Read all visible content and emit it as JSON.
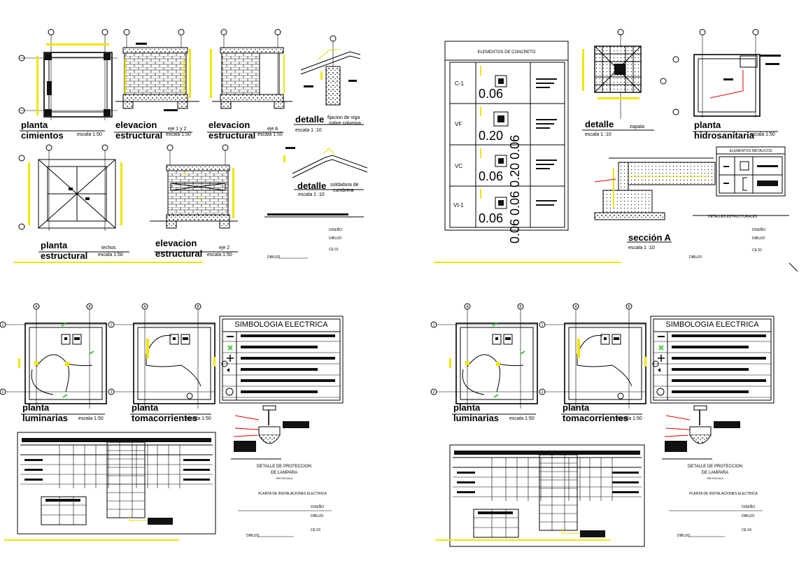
{
  "sheets": {
    "s1": {
      "planta_cimientos": {
        "title1": "planta",
        "title2": "cimientos",
        "scale": "escala 1:50"
      },
      "elev_eje1y2": {
        "title1": "elevacion",
        "title2": "estructural",
        "axis": "eje 1 y 2",
        "scale": "escala 1:50"
      },
      "elev_ejeA": {
        "title1": "elevacion",
        "title2": "estructural",
        "axis": "eje A",
        "scale": "escala 1:50"
      },
      "detalle_viga": {
        "title": "detalle",
        "note1": "fijacion de viga",
        "note2": "sobre columna",
        "scale": "escala 1 :10"
      },
      "detalle_cumbrera": {
        "title": "detalle",
        "note1": "soldadura de",
        "note2": "cumbrera",
        "scale": "escala 1 :10"
      },
      "planta_techos": {
        "title1": "planta",
        "title2": "estructural",
        "sub": "techos",
        "scale": "escala 1:50"
      },
      "elev_eje2": {
        "title1": "elevacion",
        "title2": "estructural",
        "axis": "eje 2",
        "scale": "escala 1:50"
      },
      "tb": {
        "a": "DISEÑO",
        "b": "DIBUJO",
        "c": "CE 01",
        "dibujo": "DIBUJO"
      }
    },
    "s2": {
      "table_title": "ELEMENTOS DE CONCRETO",
      "rows": [
        {
          "code": "C-1",
          "dim": "0.06"
        },
        {
          "code": "VF",
          "dim": "0.20"
        },
        {
          "code": "VC",
          "dim": "0.06"
        },
        {
          "code": "VI-1",
          "dim": "0.06"
        }
      ],
      "vertical_dims": "0.06 0.06 0.20 0.06",
      "detalle_zapata": {
        "title": "detalle",
        "sub": "zapata",
        "scale": "escala 1 :10"
      },
      "planta_hidro": {
        "title1": "planta",
        "title2": "hidrosanitaria",
        "scale": "escala 1:50"
      },
      "metal_title": "ELEMENTOS METALICOS",
      "seccion": {
        "title": "sección A",
        "scale": "escala 1 :10"
      },
      "tb": {
        "a": "DISEÑO",
        "b": "DIBUJO",
        "c": "CE 02",
        "dibujo": "DIBUJO",
        "detalles": "DETALLES ESTRUCTURALES"
      }
    },
    "s3": {
      "planta_lum": {
        "title1": "planta",
        "title2": "luminarias",
        "scale": "escala 1:50"
      },
      "planta_toma": {
        "title1": "planta",
        "title2": "tomacorrientes",
        "scale": "escala 1:50"
      },
      "simbologia": "SIMBOLOGIA   ELECTRICA",
      "detalle_prot": {
        "l1": "DETALLE DE PROTECCION",
        "l2": "DE LAMPARA",
        "l3": "SIN ESCALA"
      },
      "planta_inst": "PLANTA DE INSTALACIONES ELECTRICA",
      "tb": {
        "a": "DISEÑO",
        "b": "DIBUJO",
        "c": "CE 03",
        "dibujo": "DIBUJO"
      }
    },
    "s4": {
      "planta_lum": {
        "title1": "planta",
        "title2": "luminarias",
        "scale": "escala 1:50"
      },
      "planta_toma": {
        "title1": "planta",
        "title2": "tomacorrientes",
        "scale": "escala 1:50"
      },
      "simbologia": "SIMBOLOGIA   ELECTRICA",
      "detalle_prot": {
        "l1": "DETALLE DE PROTECCION",
        "l2": "DE LAMPARA",
        "l3": "SIN ESCALA"
      },
      "planta_inst": "PLANTA DE INSTALACIONES ELECTRICA",
      "tb": {
        "a": "DISEÑO",
        "b": "DIBUJO",
        "c": "CE 04",
        "dibujo": "DIBUJO"
      }
    }
  },
  "grid_labels": {
    "a": "A",
    "b": "B",
    "one": "1",
    "two": "2"
  },
  "colors": {
    "yellow": "#f2e600",
    "green": "#3ccf3c",
    "red": "#e00000",
    "line": "#000000"
  }
}
